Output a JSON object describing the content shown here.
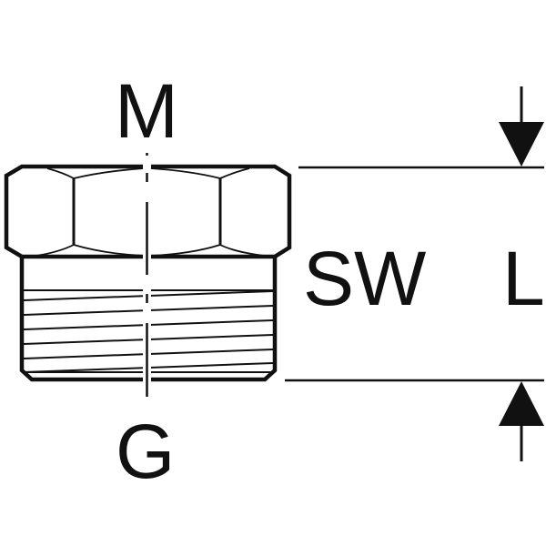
{
  "labels": {
    "thread_size": "M",
    "thread_type": "G",
    "wrench_size": "SW",
    "length": "L"
  },
  "colors": {
    "line": "#111111",
    "background": "#ffffff"
  },
  "icons": {
    "top_dimension_arrow": "arrow-down-icon",
    "bottom_dimension_arrow": "arrow-up-icon"
  }
}
